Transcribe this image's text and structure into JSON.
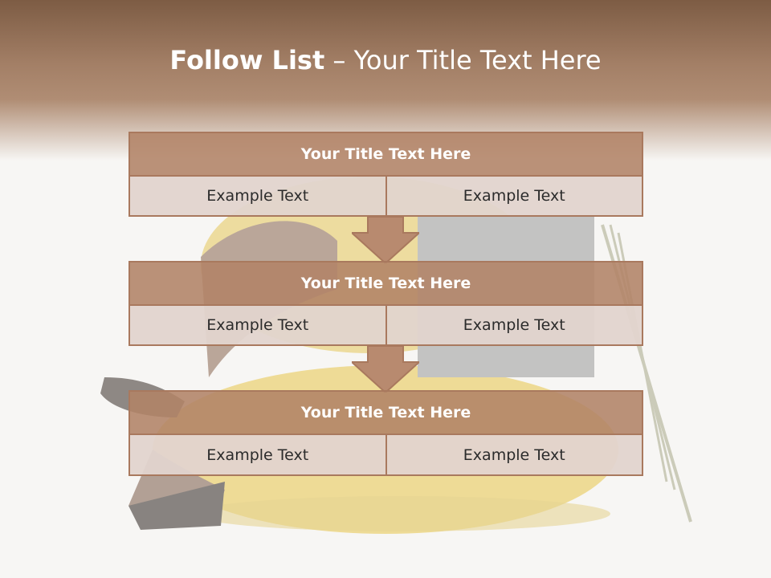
{
  "slide": {
    "title_bold": "Follow List",
    "title_rest": "– Your Title Text Here"
  },
  "panels": [
    {
      "title": "Your Title Text Here",
      "left": "Example Text",
      "right": "Example Text"
    },
    {
      "title": "Your Title Text Here",
      "left": "Example Text",
      "right": "Example Text"
    },
    {
      "title": "Your Title Text Here",
      "left": "Example Text",
      "right": "Example Text"
    }
  ],
  "colors": {
    "header": "#9c7a62",
    "panel_title_bg": "#b88a6f",
    "panel_cell_bg": "#e2d4cd",
    "panel_border": "#a9795e",
    "arrow": "#b88a6f"
  }
}
